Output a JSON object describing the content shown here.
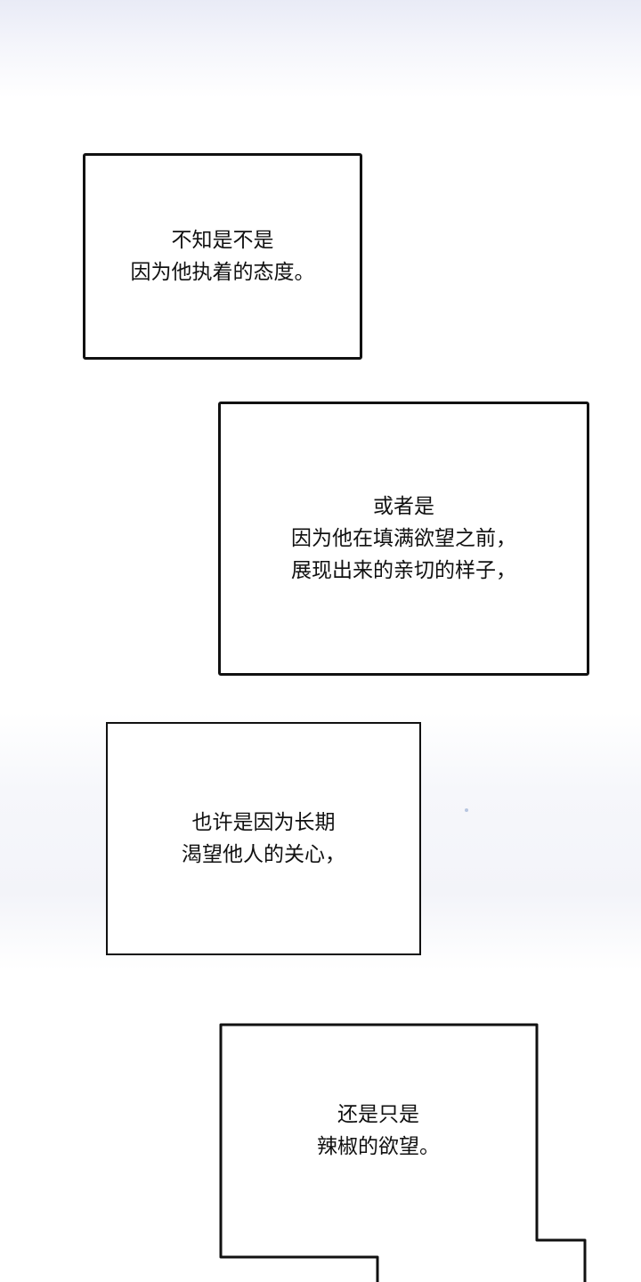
{
  "captions": [
    {
      "lines": [
        "不知是不是",
        "因为他执着的态度。"
      ]
    },
    {
      "lines": [
        "或者是",
        "因为他在填满欲望之前，",
        "展现出来的亲切的样子，"
      ]
    },
    {
      "lines": [
        "也许是因为长期",
        "渴望他人的关心，"
      ]
    },
    {
      "lines": [
        "还是只是",
        "辣椒的欲望。"
      ]
    }
  ]
}
